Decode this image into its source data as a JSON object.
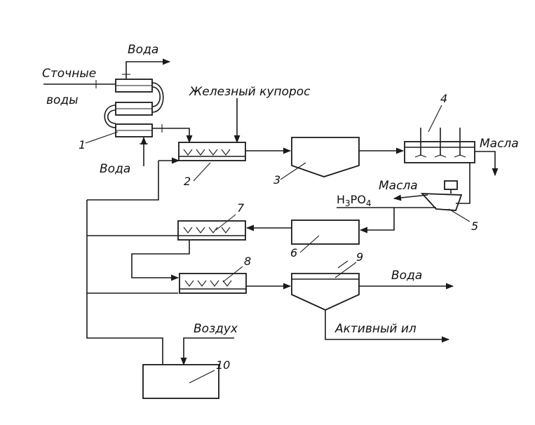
{
  "labels": {
    "wastewater_line1": "Сточные",
    "wastewater_line2": "воды",
    "water_top": "Вода",
    "water_bottom": "Вода",
    "iron_sulfate": "Железный купорос",
    "oils_right": "Масла",
    "oils_mid": "Масла",
    "acid_base": "H",
    "acid_sub1": "3",
    "acid_mid": "PO",
    "acid_sub2": "4",
    "water_out": "Вода",
    "activated_sludge": "Активный ил",
    "air": "Воздух"
  },
  "numbers": [
    "1",
    "2",
    "3",
    "4",
    "5",
    "6",
    "7",
    "8",
    "9",
    "10"
  ]
}
